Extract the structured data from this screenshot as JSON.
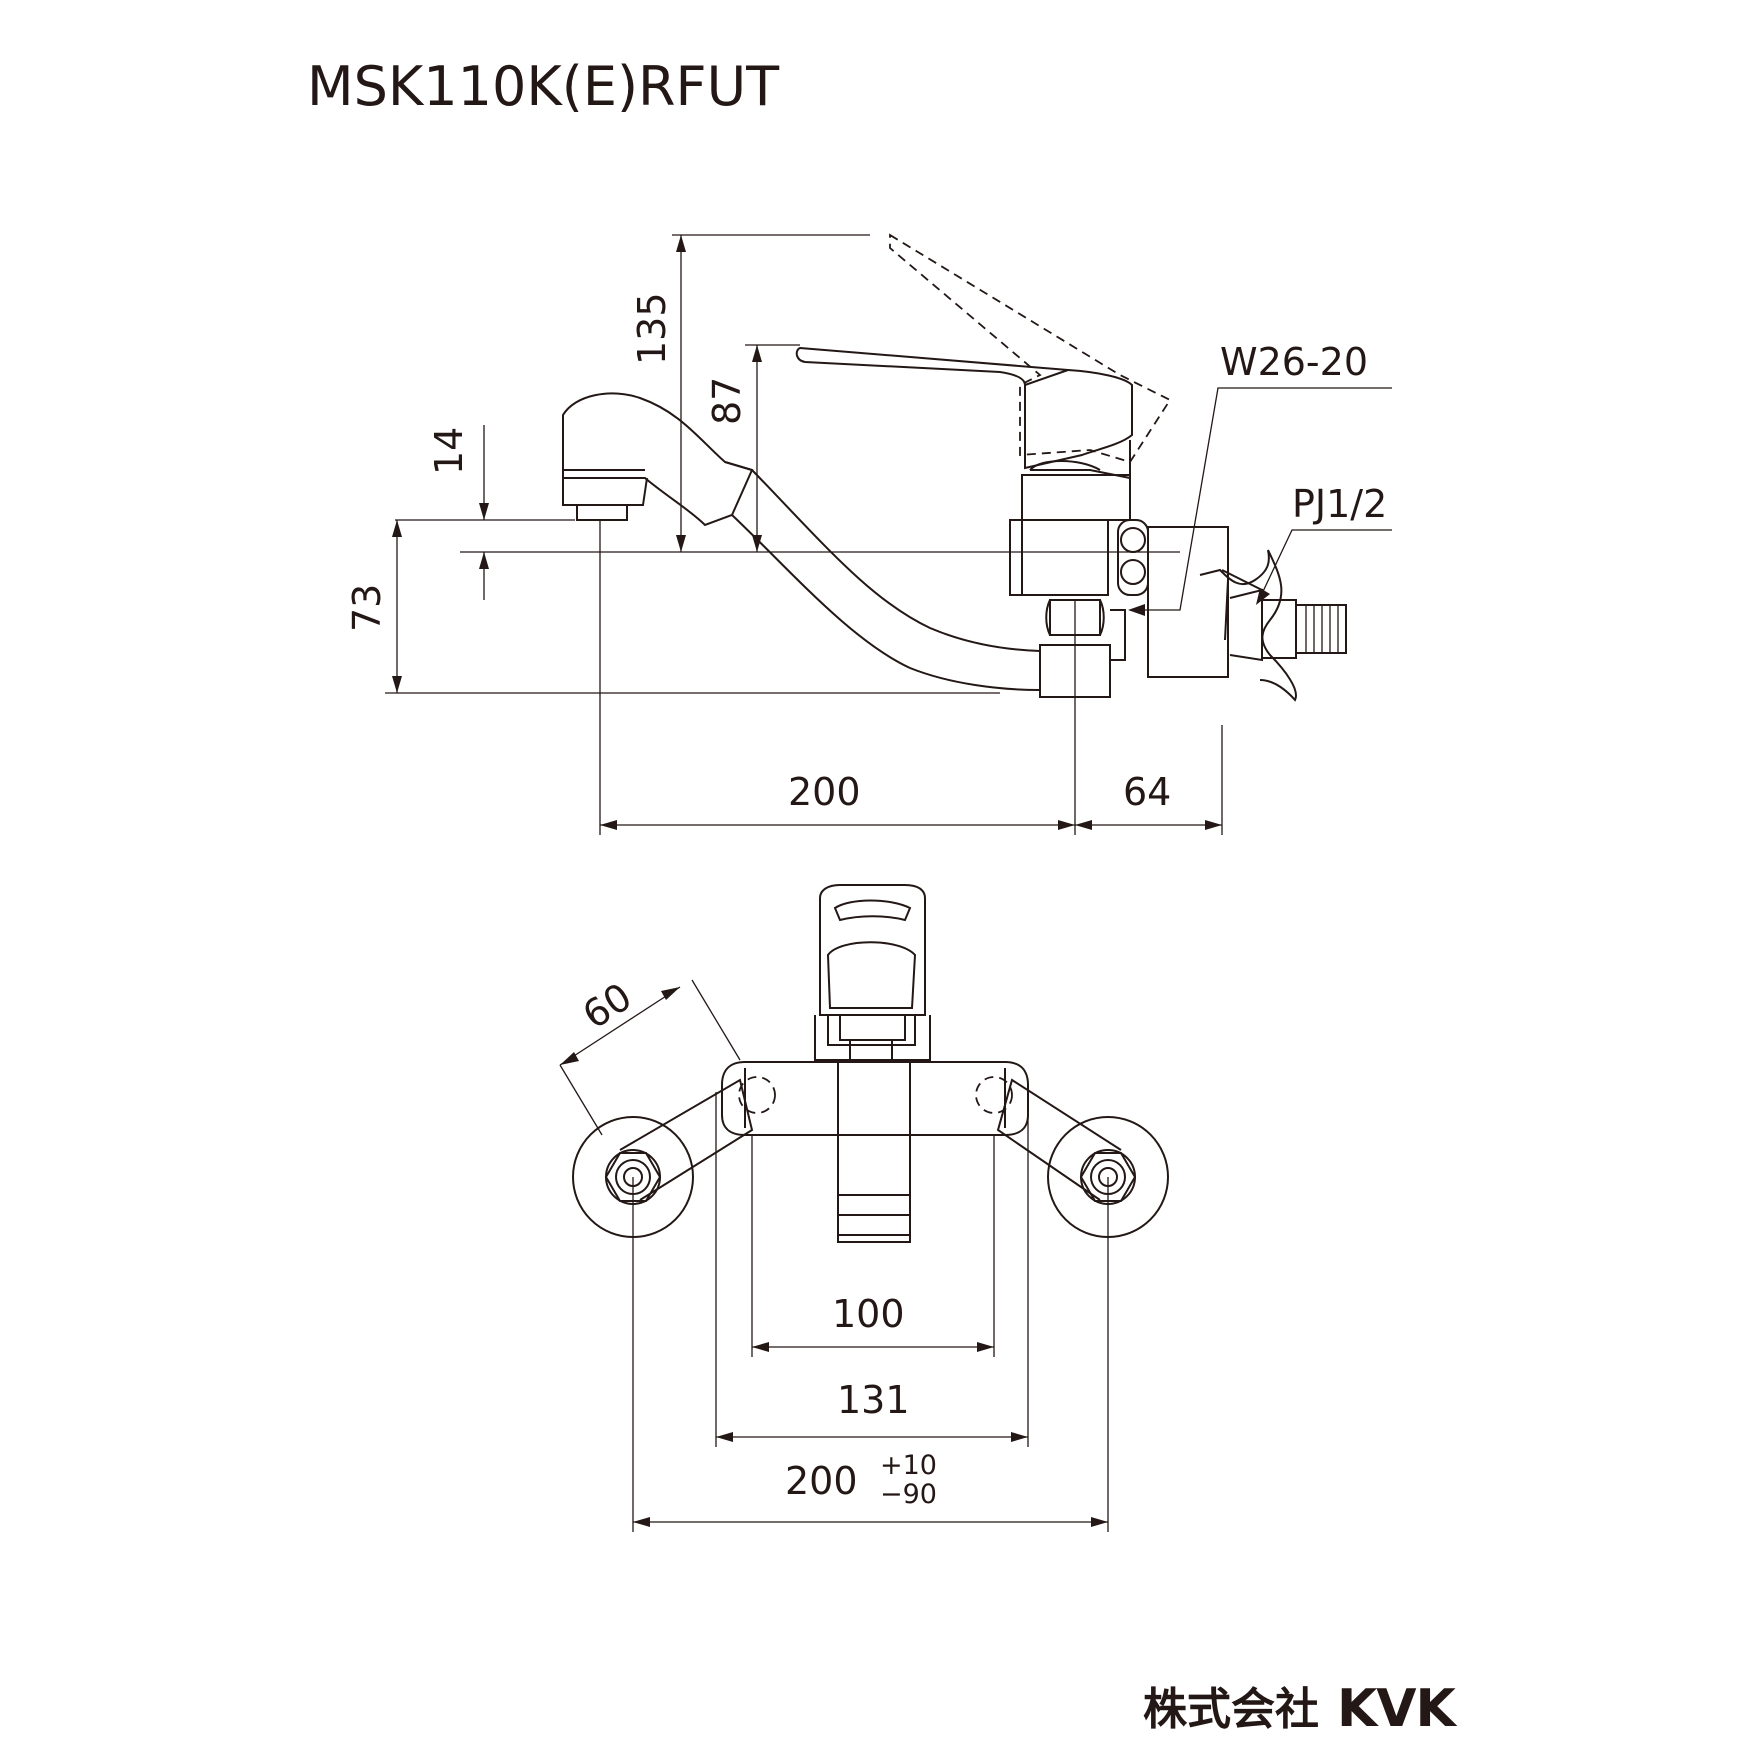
{
  "title": "MSK110K(E)RFUT",
  "side_view": {
    "dims": {
      "height_lever_up": "135",
      "height_lever": "87",
      "spout_offset": "14",
      "spout_height": "73",
      "reach": "200",
      "depth": "64"
    },
    "callouts": {
      "thread": "W26-20",
      "connection": "PJ1/2"
    }
  },
  "front_view": {
    "dims": {
      "angle_width": "60",
      "mount_holes": "100",
      "body_width": "131",
      "center_distance": "200",
      "tol_plus": "+10",
      "tol_minus": "−90"
    }
  },
  "footer": {
    "company_jp": "株式会社",
    "logo": "KVK"
  }
}
